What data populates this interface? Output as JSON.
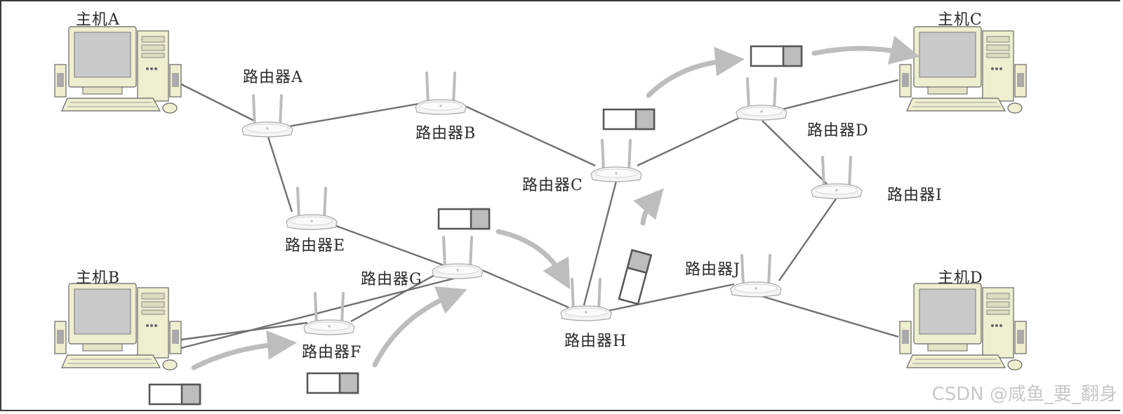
{
  "labels": {
    "host_a": "主机A",
    "host_b": "主机B",
    "host_c": "主机C",
    "host_d": "主机D",
    "router_a": "路由器A",
    "router_b": "路由器B",
    "router_c": "路由器C",
    "router_d": "路由器D",
    "router_e": "路由器E",
    "router_f": "路由器F",
    "router_g": "路由器G",
    "router_h": "路由器H",
    "router_i": "路由器I",
    "router_j": "路由器J"
  },
  "watermark": "CSDN @咸鱼_要_翻身",
  "colors": {
    "link": "#707070",
    "arrow": "#bdbdbd",
    "packet_border": "#555555",
    "packet_fill": "#bdbdbd",
    "pc_body": "#eeeed0",
    "pc_outline": "#666666",
    "router_body": "#f4f4f4"
  }
}
